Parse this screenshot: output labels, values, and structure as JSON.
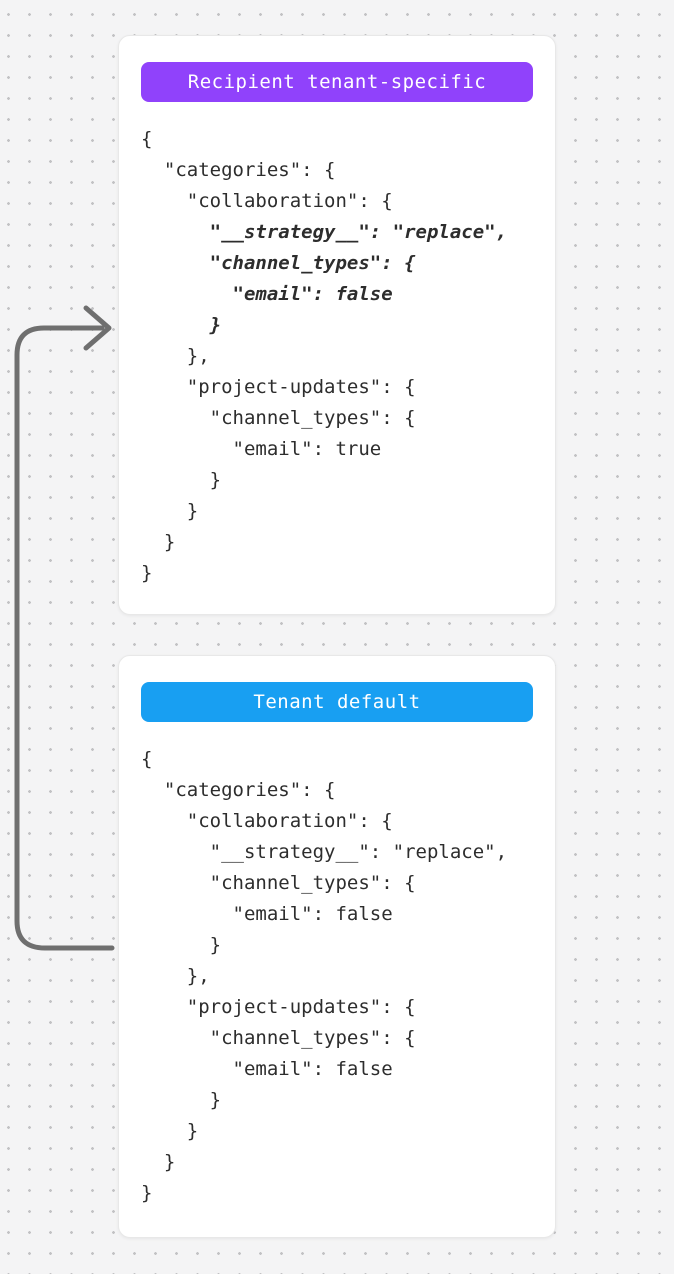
{
  "background": {
    "color": "#f4f4f5",
    "dot_color": "#c2c2c4"
  },
  "arrow": {
    "color": "#6f6f6f",
    "description": "curved connector from tenant-default collaboration block up to recipient-tenant-specific collaboration block"
  },
  "cards": [
    {
      "badge": {
        "label": "Recipient tenant-specific",
        "color": "#9042fb",
        "text_color": "#ffffff"
      },
      "code_lines": [
        {
          "t": "{",
          "em": false
        },
        {
          "t": "  \"categories\": {",
          "em": false
        },
        {
          "t": "    \"collaboration\": {",
          "em": false
        },
        {
          "t": "      \"__strategy__\": \"replace\",",
          "em": true
        },
        {
          "t": "      \"channel_types\": {",
          "em": true
        },
        {
          "t": "        \"email\": false",
          "em": true
        },
        {
          "t": "      }",
          "em": true
        },
        {
          "t": "    },",
          "em": false
        },
        {
          "t": "    \"project-updates\": {",
          "em": false
        },
        {
          "t": "      \"channel_types\": {",
          "em": false
        },
        {
          "t": "        \"email\": true",
          "em": false
        },
        {
          "t": "      }",
          "em": false
        },
        {
          "t": "    }",
          "em": false
        },
        {
          "t": "  }",
          "em": false
        },
        {
          "t": "}",
          "em": false
        }
      ]
    },
    {
      "badge": {
        "label": "Tenant default",
        "color": "#189ff2",
        "text_color": "#ffffff"
      },
      "code_lines": [
        {
          "t": "{",
          "em": false
        },
        {
          "t": "  \"categories\": {",
          "em": false
        },
        {
          "t": "    \"collaboration\": {",
          "em": false
        },
        {
          "t": "      \"__strategy__\": \"replace\",",
          "em": false
        },
        {
          "t": "      \"channel_types\": {",
          "em": false
        },
        {
          "t": "        \"email\": false",
          "em": false
        },
        {
          "t": "      }",
          "em": false
        },
        {
          "t": "    },",
          "em": false
        },
        {
          "t": "    \"project-updates\": {",
          "em": false
        },
        {
          "t": "      \"channel_types\": {",
          "em": false
        },
        {
          "t": "        \"email\": false",
          "em": false
        },
        {
          "t": "      }",
          "em": false
        },
        {
          "t": "    }",
          "em": false
        },
        {
          "t": "  }",
          "em": false
        },
        {
          "t": "}",
          "em": false
        }
      ]
    }
  ]
}
